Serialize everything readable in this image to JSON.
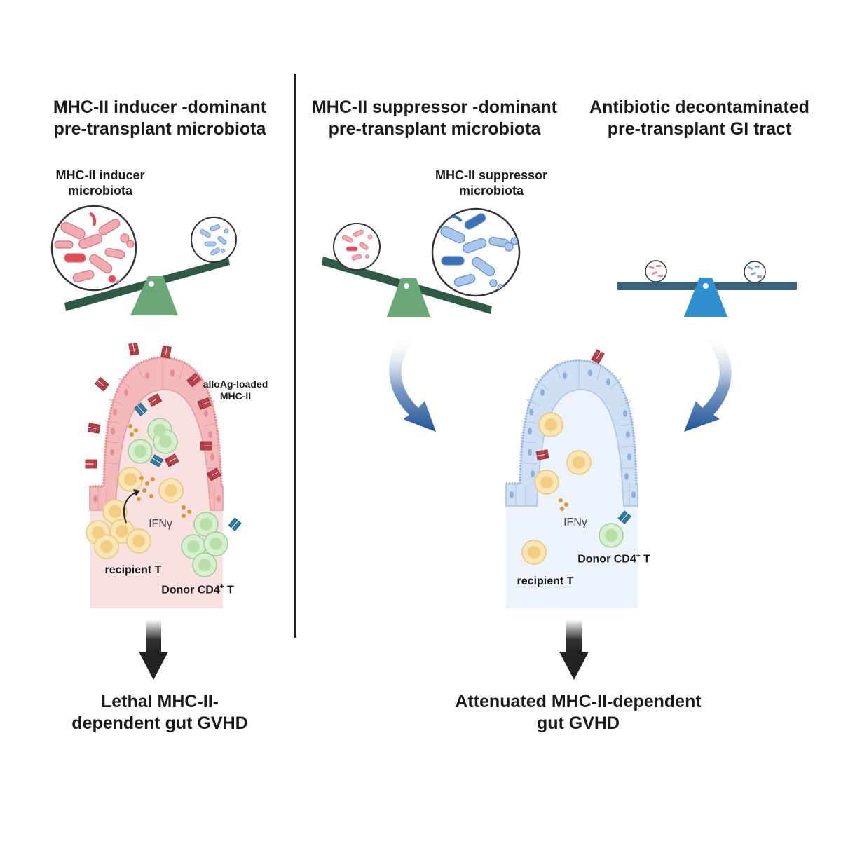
{
  "headings": {
    "left": [
      "MHC-II inducer -dominant",
      "pre-transplant microbiota"
    ],
    "middle": [
      "MHC-II suppressor -dominant",
      "pre-transplant microbiota"
    ],
    "right": [
      "Antibiotic decontaminated",
      "pre-transplant GI tract"
    ]
  },
  "microbiota_labels": {
    "inducer": [
      "MHC-II inducer",
      "microbiota"
    ],
    "suppressor": [
      "MHC-II suppressor",
      "microbiota"
    ]
  },
  "left_villus": {
    "mhc_label": [
      "alloAg-loaded",
      "MHC-II"
    ],
    "cytokine": "IFNγ",
    "recipient": "recipient T",
    "donor": "Donor CD4",
    "donor_sup": "+",
    "donor_suffix": " T"
  },
  "right_villus": {
    "cytokine": "IFNγ",
    "recipient": "recipient T",
    "donor": "Donor CD4",
    "donor_sup": "+",
    "donor_suffix": " T"
  },
  "outcomes": {
    "left": [
      "Lethal MHC-II-",
      "dependent gut GVHD"
    ],
    "right": [
      "Attenuated MHC-II-dependent",
      "gut GVHD"
    ]
  },
  "colors": {
    "inducer_red": "#e0606a",
    "suppressor_blue": "#5a8ccc",
    "seesaw_green": "#2f5a46",
    "fulcrum_green": "#6aa877",
    "balance_bar": "#3b6079",
    "fulcrum_blue": "#2f8fcf",
    "left_tissue": "#f9e1e1",
    "right_tissue": "#edf3fc",
    "recipient_cell": "#fae6b4",
    "donor_cell": "#d8efcf",
    "arrow_dark": "#222222",
    "curve_arrow": "#2b5f9a"
  }
}
